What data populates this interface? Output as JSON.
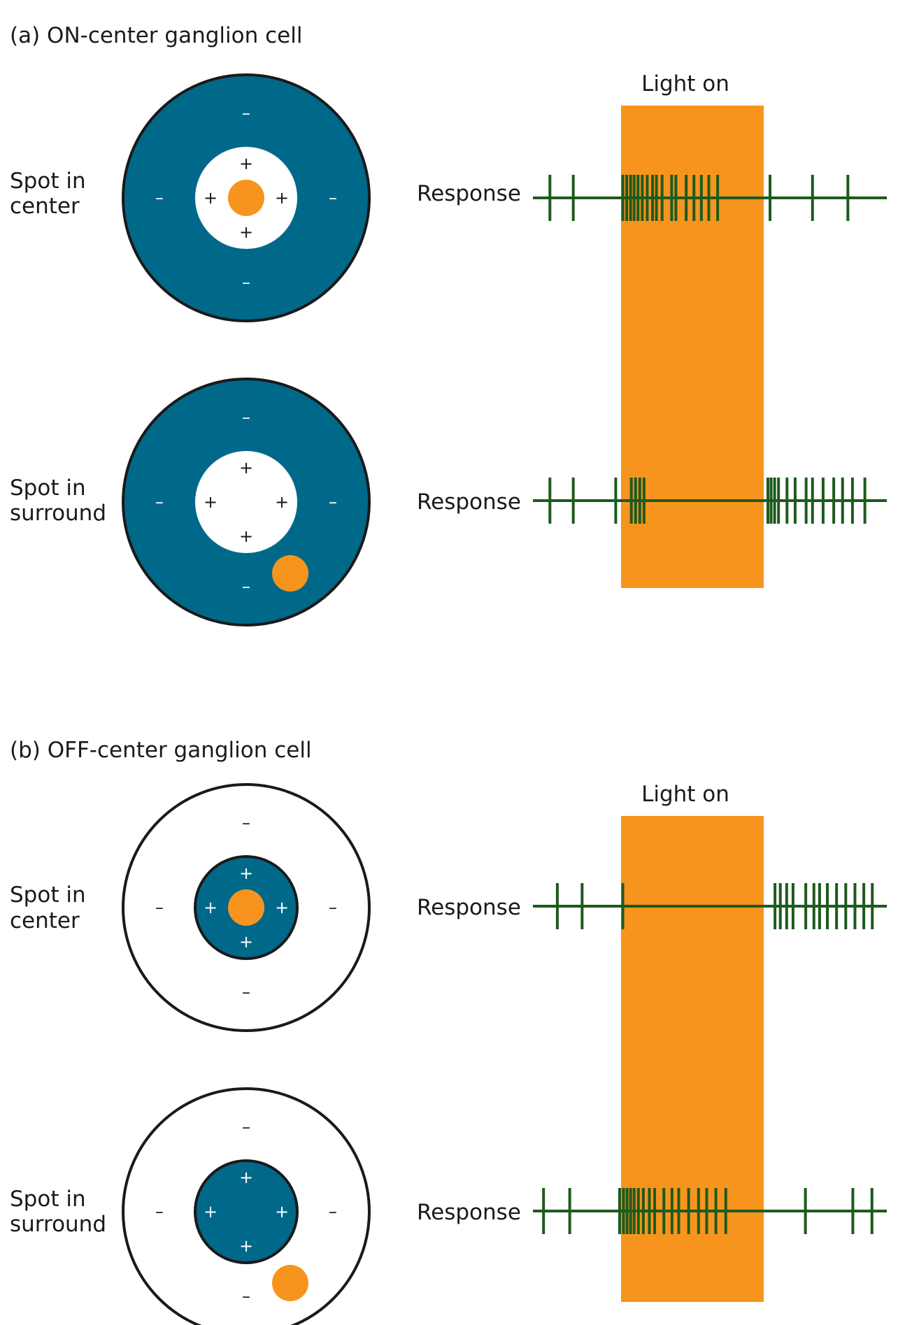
{
  "colors": {
    "field_blue": "#00698a",
    "light_orange": "#f7941d",
    "spike_green": "#1e5a1e",
    "outline": "#1a1a1a",
    "background": "#ffffff"
  },
  "sign_plus": "+",
  "sign_minus": "–",
  "panels": [
    {
      "title": "(a) ON-center ganglion cell",
      "light_label": "Light on",
      "center_fill": "white",
      "surround_fill": "blue",
      "rows": [
        {
          "label_line1": "Spot in",
          "label_line2": "center",
          "response_label": "Response",
          "spot": "center",
          "spikes": [
            0.048,
            0.114,
            0.254,
            0.265,
            0.276,
            0.286,
            0.297,
            0.309,
            0.323,
            0.338,
            0.349,
            0.365,
            0.392,
            0.404,
            0.433,
            0.455,
            0.476,
            0.497,
            0.522,
            0.67,
            0.79,
            0.89
          ]
        },
        {
          "label_line1": "Spot in",
          "label_line2": "surround",
          "response_label": "Response",
          "spot": "surround",
          "spikes": [
            0.048,
            0.114,
            0.234,
            0.278,
            0.29,
            0.302,
            0.314,
            0.664,
            0.673,
            0.683,
            0.694,
            0.718,
            0.741,
            0.772,
            0.79,
            0.82,
            0.85,
            0.875,
            0.903,
            0.938
          ]
        }
      ]
    },
    {
      "title": "(b) OFF-center ganglion cell",
      "light_label": "Light on",
      "center_fill": "blue",
      "surround_fill": "white",
      "rows": [
        {
          "label_line1": "Spot in",
          "label_line2": "center",
          "response_label": "Response",
          "spot": "center",
          "spikes": [
            0.069,
            0.139,
            0.254,
            0.684,
            0.699,
            0.717,
            0.735,
            0.771,
            0.794,
            0.81,
            0.832,
            0.858,
            0.884,
            0.91,
            0.935,
            0.959
          ]
        },
        {
          "label_line1": "Spot in",
          "label_line2": "surround",
          "response_label": "Response",
          "spot": "surround",
          "spikes": [
            0.03,
            0.104,
            0.245,
            0.256,
            0.266,
            0.276,
            0.286,
            0.298,
            0.312,
            0.329,
            0.344,
            0.37,
            0.393,
            0.412,
            0.44,
            0.468,
            0.491,
            0.517,
            0.545,
            0.77,
            0.904,
            0.958
          ]
        }
      ]
    }
  ]
}
